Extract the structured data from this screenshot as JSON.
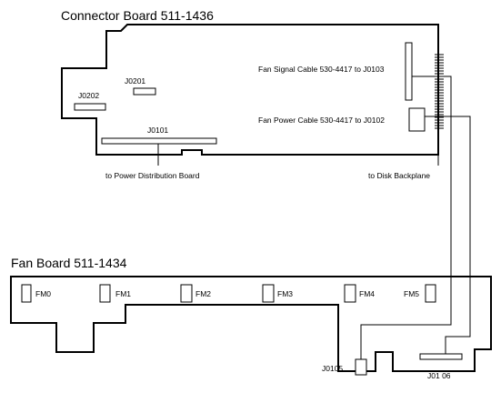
{
  "connector_board": {
    "title": "Connector Board 511-1436",
    "connectors": {
      "j0201": "J0201",
      "j0202": "J0202",
      "j0101": "J0101"
    },
    "fan_signal_cable": "Fan  Signal  Cable  530-4417  to  J0103",
    "fan_power_cable": "Fan  Power  Cable  530-4417  to  J0102",
    "to_power": "to  Power  Distribution  Board",
    "to_disk": "to  Disk  Backplane"
  },
  "fan_board": {
    "title": "Fan Board 511-1434",
    "fans": [
      "FM0",
      "FM1",
      "FM2",
      "FM3",
      "FM4",
      "FM5"
    ],
    "j0105": "J0105",
    "j0106": "J01 06"
  }
}
